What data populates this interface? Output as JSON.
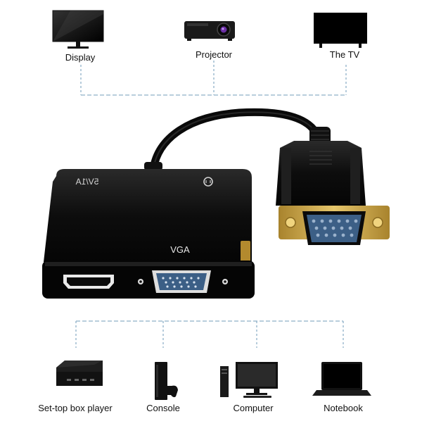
{
  "top_devices": [
    {
      "label": "Display",
      "icon": "monitor-icon"
    },
    {
      "label": "Projector",
      "icon": "projector-icon"
    },
    {
      "label": "The TV",
      "icon": "tv-icon"
    }
  ],
  "bottom_devices": [
    {
      "label": "Set-top box player",
      "icon": "set-top-box-icon"
    },
    {
      "label": "Console",
      "icon": "game-console-icon"
    },
    {
      "label": "Computer",
      "icon": "desktop-computer-icon"
    },
    {
      "label": "Notebook",
      "icon": "laptop-icon"
    }
  ],
  "adapter": {
    "power_marking": "5V/1A",
    "port_label": "VGA"
  },
  "colors": {
    "connector_line": "#8fb0c8",
    "device_body": "#111111",
    "gold": "#c9a445",
    "vga_blue": "#3c5f86"
  }
}
